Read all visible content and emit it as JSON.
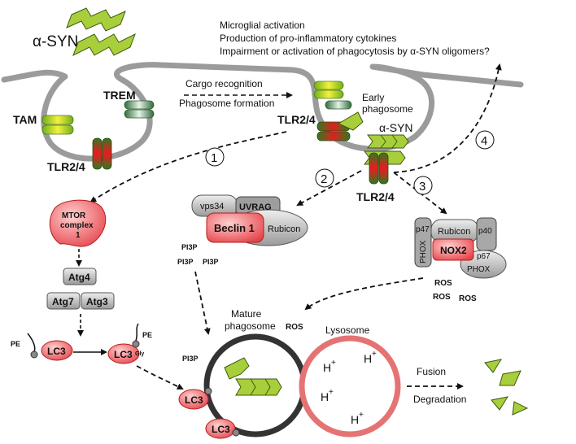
{
  "header": {
    "asyn_top": "α-SYN",
    "outcomes": [
      "Microglial activation",
      "Production of pro-inflammatory cytokines",
      "Impairment or activation of phagocytosis by α-SYN oligomers?"
    ]
  },
  "membrane": {
    "tam": "TAM",
    "trem": "TREM",
    "tlr_left": "TLR2/4",
    "tlr_mid": "TLR2/4",
    "tlr_right": "TLR2/4",
    "cargo": "Cargo recognition",
    "phagosome_formation": "Phagosome formation",
    "early_phagosome_1": "Early",
    "early_phagosome_2": "phagosome",
    "asyn_mid": "α-SYN"
  },
  "steps": [
    "1",
    "2",
    "3",
    "4"
  ],
  "mtor": {
    "line1": "MTOR",
    "line2": "complex",
    "line3": "1"
  },
  "atg": {
    "atg4": "Atg4",
    "atg7": "Atg7",
    "atg3": "Atg3"
  },
  "lc3": {
    "label": "LC3",
    "gly": "Gly",
    "pe": "PE"
  },
  "beclin": {
    "vps34": "vps34",
    "uvrag": "UVRAG",
    "beclin1": "Beclin 1",
    "rubicon": "Rubicon"
  },
  "pi3p": [
    "PI3P",
    "PI3P",
    "PI3P",
    "PI3P"
  ],
  "nox": {
    "p47": "p47",
    "phox": "PHOX",
    "rubicon": "Rubicon",
    "p40": "p40",
    "nox2": "NOX2",
    "p67": "p67",
    "phox2": "PHOX"
  },
  "ros": [
    "ROS",
    "ROS",
    "ROS",
    "ROS"
  ],
  "mature": {
    "line1": "Mature",
    "line2": "phagosome"
  },
  "lysosome": {
    "label": "Lysosome",
    "h": "H",
    "plus": "+"
  },
  "fusion": "Fusion",
  "degradation": "Degradation"
}
